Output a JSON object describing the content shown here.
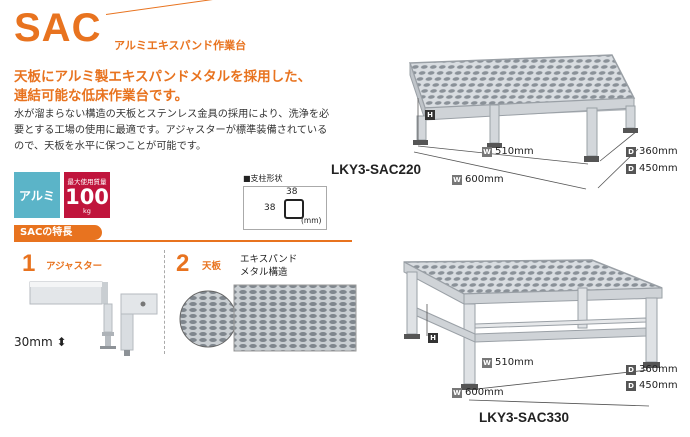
{
  "header": {
    "title": "SAC",
    "subtitle": "アルミエキスパンド作業台",
    "headline_1": "天板にアルミ製エキスパンドメタルを採用した、",
    "headline_2": "連結可能な低床作業台です。",
    "body_1": "水が溜まらない構造の天板とステンレス金具の採用により、洗浄を必",
    "body_2": "要とする工場の使用に最適です。アジャスターが標準装備されている",
    "body_3": "ので、天板を水平に保つことが可能です。"
  },
  "badges": {
    "material": "アルミ",
    "load_label": "最大使用質量",
    "load_value": "100",
    "load_unit": "kg"
  },
  "post_shape": {
    "label": "■支柱形状",
    "dim_top": "38",
    "dim_left": "38",
    "unit": "(mm)"
  },
  "features": {
    "tab": "SACの特長",
    "items": [
      {
        "number": "1",
        "label": "アジャスター",
        "note": "30mm"
      },
      {
        "number": "2",
        "label": "天板",
        "desc_1": "エキスパンド",
        "desc_2": "メタル構造"
      }
    ]
  },
  "products": [
    {
      "model": "LKY3-SAC220",
      "height_tag": "H",
      "width_tag": "W",
      "width_inner": "510mm",
      "width_outer": "600mm",
      "depth_tag": "D",
      "depth_inner": "360mm",
      "depth_outer": "450mm"
    },
    {
      "model": "LKY3-SAC330",
      "height_tag": "H",
      "width_tag": "W",
      "width_inner": "510mm",
      "width_outer": "600mm",
      "depth_tag": "D",
      "depth_inner": "360mm",
      "depth_outer": "450mm"
    }
  ],
  "colors": {
    "accent": "#e8731f",
    "material_badge": "#5bb4c8",
    "load_badge": "#c0143c"
  }
}
